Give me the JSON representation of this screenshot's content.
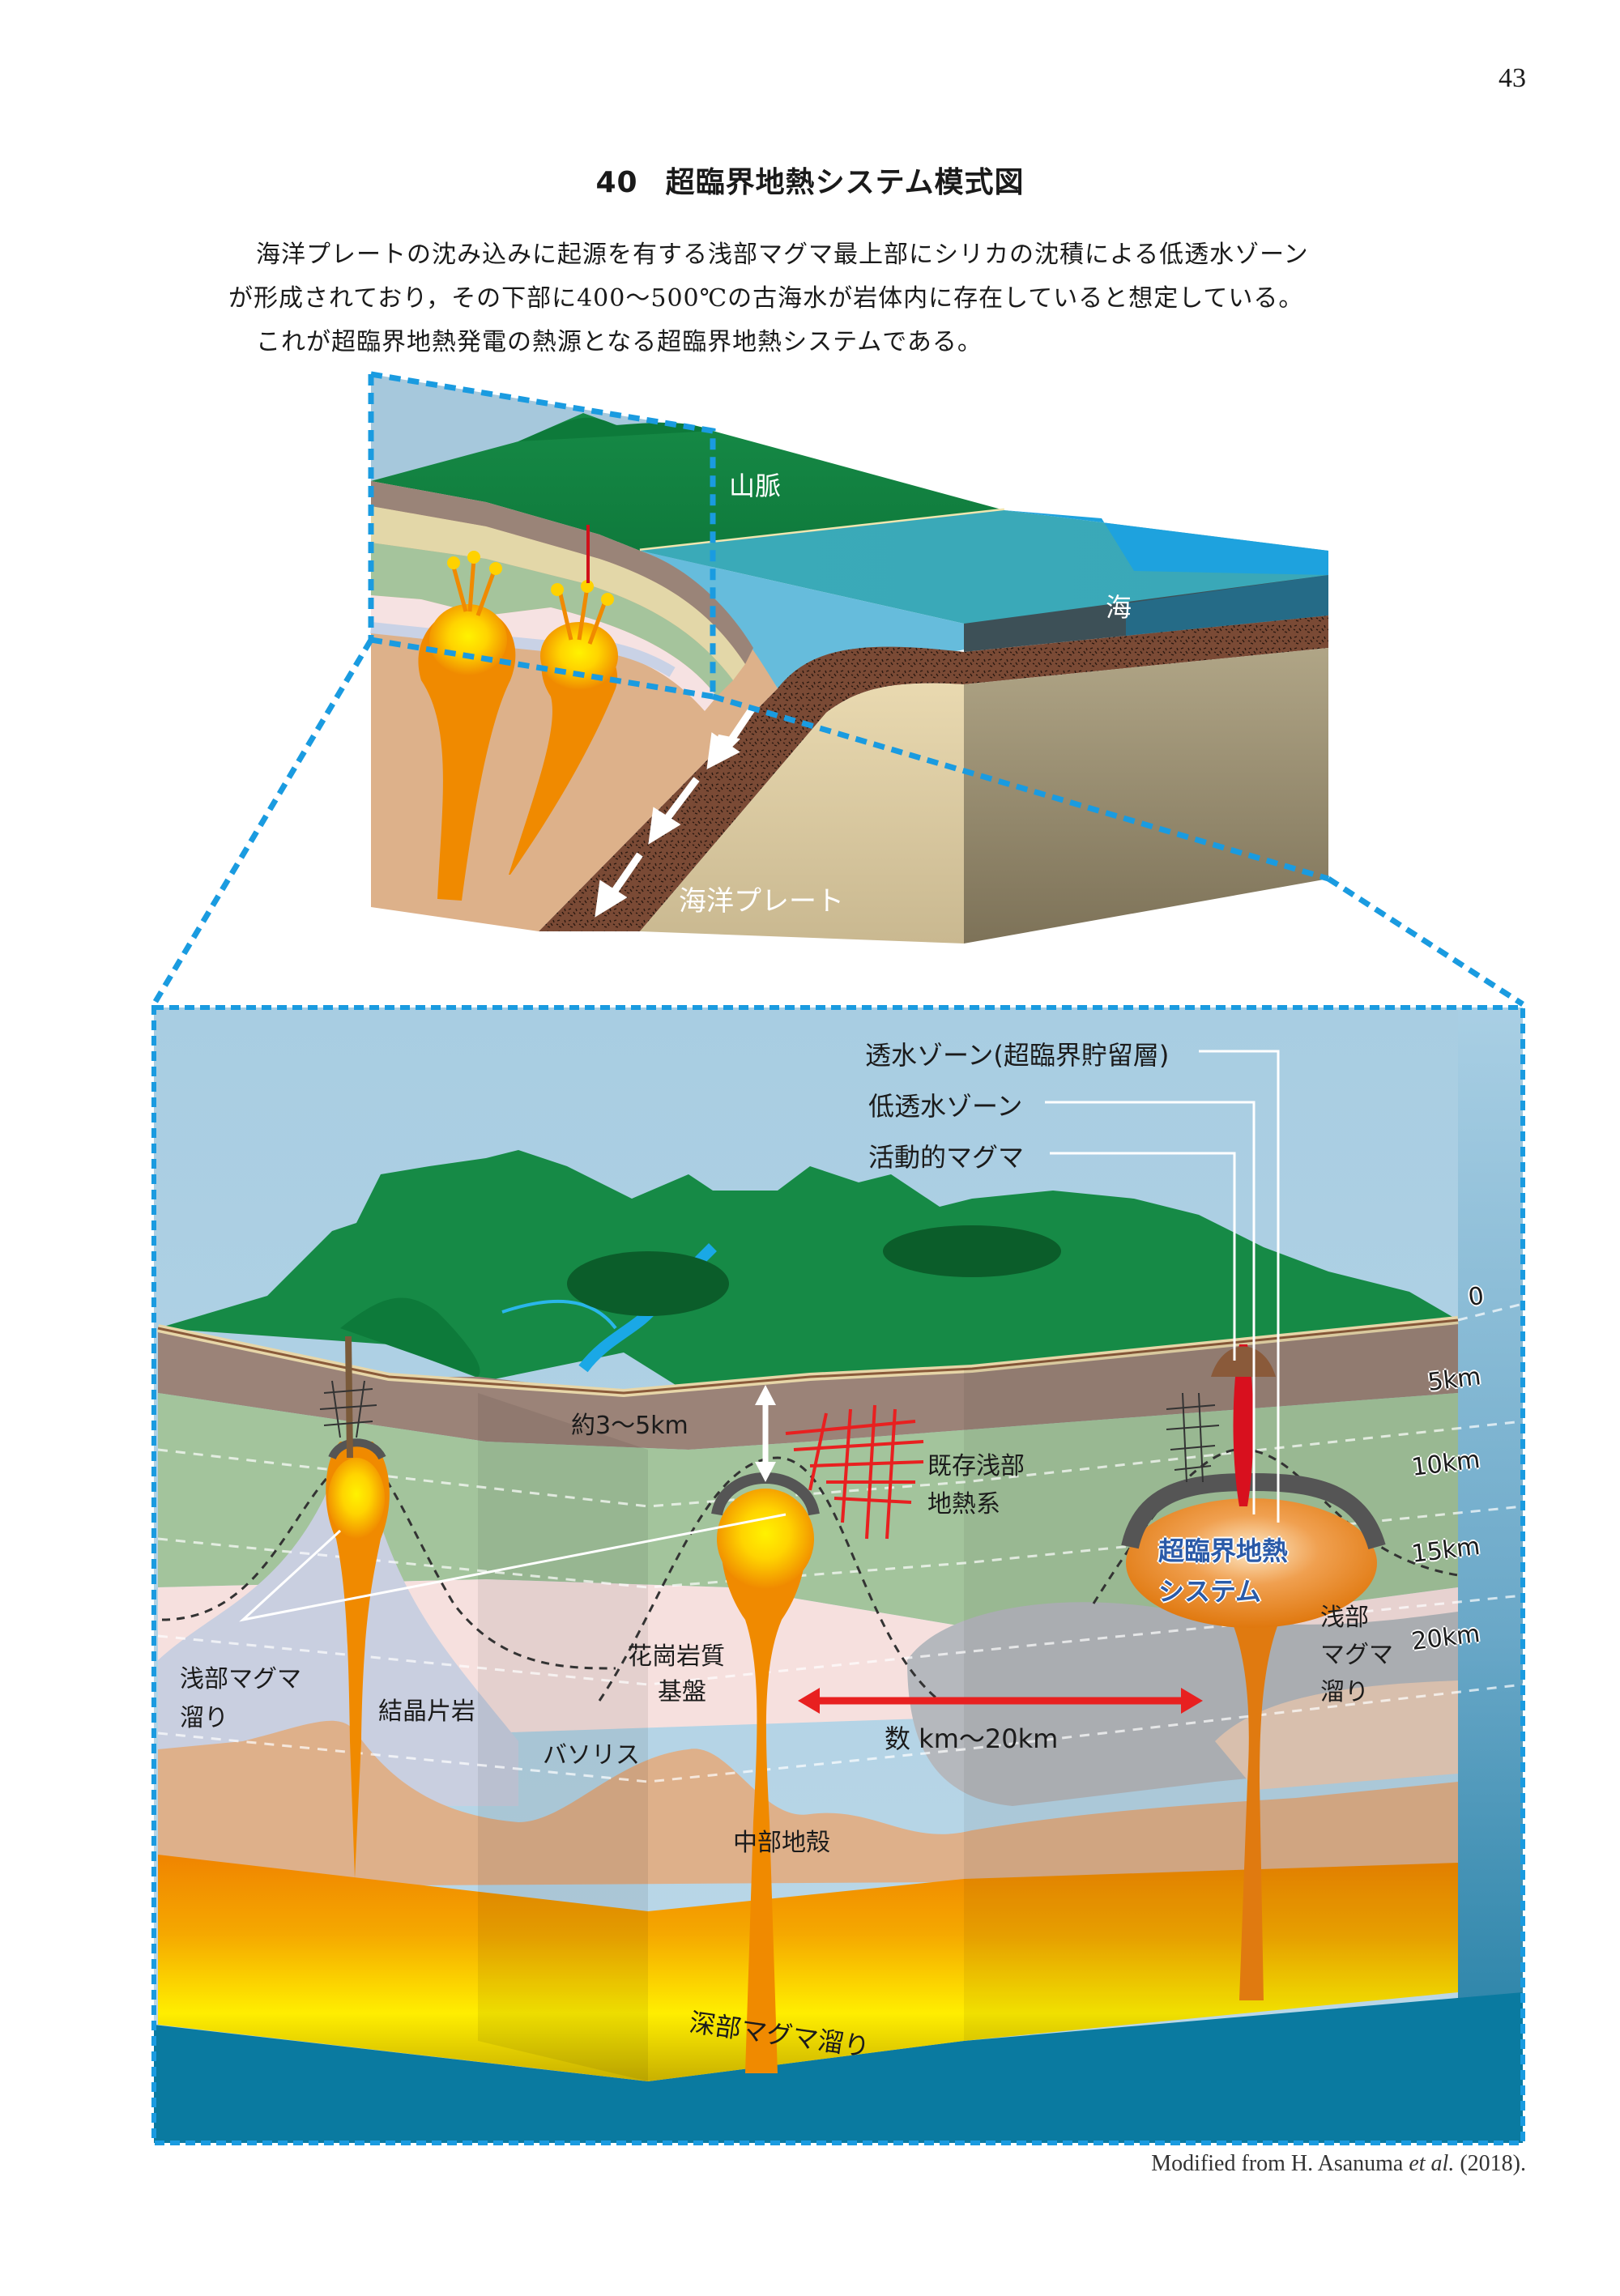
{
  "page_number": "43",
  "figure": {
    "number": "40",
    "title": "超臨界地熱システム模式図"
  },
  "description": [
    "海洋プレートの沈み込みに起源を有する浅部マグマ最上部にシリカの沈積による低透水ゾーン",
    "が形成されており，その下部に400～500℃の古海水が岩体内に存在していると想定している。",
    "これが超臨界地熱発電の熱源となる超臨界地熱システムである。"
  ],
  "upper_diagram": {
    "labels": {
      "mountains": "山脈",
      "sea": "海",
      "oceanic_plate": "海洋プレート"
    }
  },
  "lower_diagram": {
    "legend_callouts": [
      "透水ゾーン(超臨界貯留層)",
      "低透水ゾーン",
      "活動的マグマ"
    ],
    "depth_scale": [
      "0",
      "5km",
      "10km",
      "15km",
      "20km"
    ],
    "labels": {
      "depth_to_magma": "約3～5km",
      "existing_shallow_geothermal_1": "既存浅部",
      "existing_shallow_geothermal_2": "地熱系",
      "supercritical_system_1": "超臨界地熱",
      "supercritical_system_2": "システム",
      "shallow_magma_right_1": "浅部",
      "shallow_magma_right_2": "マグマ",
      "shallow_magma_right_3": "溜り",
      "shallow_magma_left_1": "浅部マグマ",
      "shallow_magma_left_2": "溜り",
      "crystalline_schist": "結晶片岩",
      "granitic_basement_1": "花崗岩質",
      "granitic_basement_2": "基盤",
      "batholith": "バソリス",
      "spacing": "数 km～20km",
      "middle_crust": "中部地殻",
      "deep_magma_chamber": "深部マグマ溜り"
    }
  },
  "credit": {
    "prefix": "Modified from H. Asanuma ",
    "etal": "et al.",
    "suffix": " (2018)."
  },
  "colors": {
    "frame_dash": "#1a9be0",
    "sky": "#a9cce0",
    "forest": "#118a45",
    "magma": "#f08a00",
    "magma_core": "#ffe600",
    "red_feature": "#e02020",
    "deep_blue": "#0a7aa0"
  }
}
